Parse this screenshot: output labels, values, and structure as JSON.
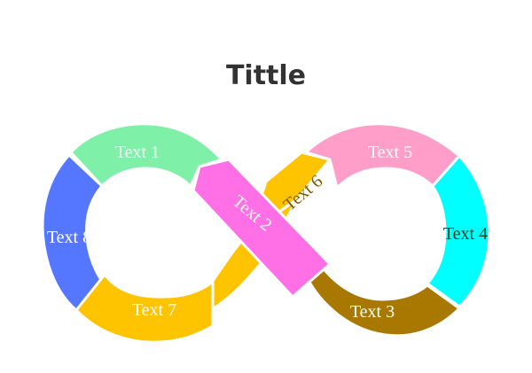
{
  "title": "Tittle",
  "segments": [
    {
      "id": "text1",
      "label": "Text 1",
      "color": "#7ff0a8",
      "text_color": "#ffffff"
    },
    {
      "id": "text2",
      "label": "Text 2",
      "color": "#ff6fe6",
      "text_color": "#ffffff"
    },
    {
      "id": "text3",
      "label": "Text 3",
      "color": "#a87800",
      "text_color": "#ffffff"
    },
    {
      "id": "text4",
      "label": "Text 4",
      "color": "#00ffff",
      "text_color": "#1a3a1a"
    },
    {
      "id": "text5",
      "label": "Text 5",
      "color": "#ff9ec8",
      "text_color": "#ffffff"
    },
    {
      "id": "text6",
      "label": "Text 6",
      "color": "#ffff00",
      "text_color": "#7a5a00"
    },
    {
      "id": "text7",
      "label": "Text 7",
      "color": "#ffc400",
      "text_color": "#ffffff"
    },
    {
      "id": "text8",
      "label": "Text 8",
      "color": "#5577ff",
      "text_color": "#ffffff"
    }
  ]
}
